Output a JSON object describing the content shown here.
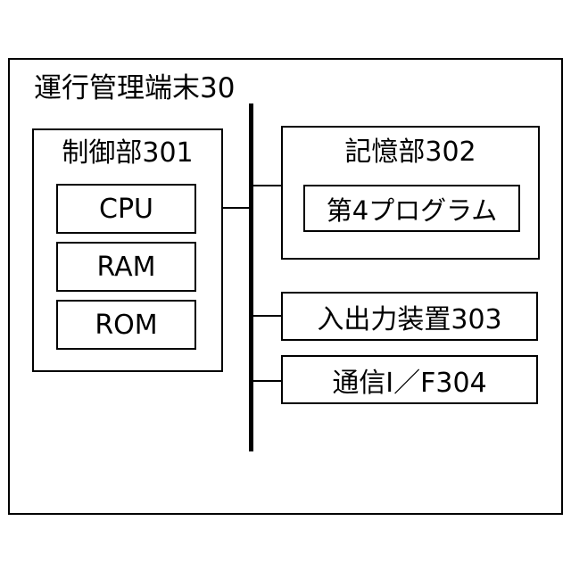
{
  "terminal": {
    "title": "運行管理端末30"
  },
  "control": {
    "title": "制御部301",
    "items": [
      "CPU",
      "RAM",
      "ROM"
    ]
  },
  "storage": {
    "title": "記憶部302",
    "program": "第4プログラム"
  },
  "io": {
    "label": "入出力装置303"
  },
  "comm": {
    "label": "通信I／F304"
  }
}
